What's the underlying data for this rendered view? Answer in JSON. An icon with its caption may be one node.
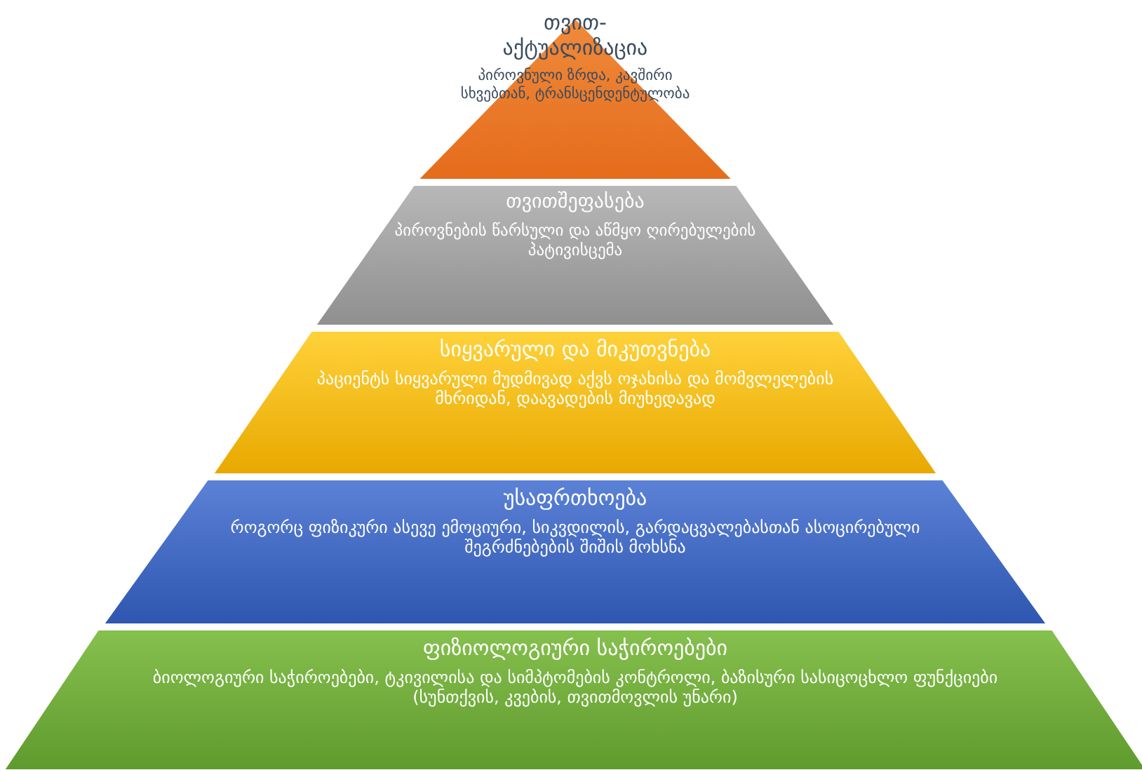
{
  "diagram": {
    "nodes": [
      {
        "text": [
          "თვით-აქტუალიზაცია",
          "პიროვნული ზრდა, კავშირი სხვებთან, ტრანსცენდენტულობა"
        ]
      },
      {
        "text": [
          "თვითშეფასება",
          "პიროვნების წარსული და აწმყო ღირებულების პატივისცემა"
        ]
      },
      {
        "text": [
          "სიყვარული და მიკუთვნება",
          "პაციენტს სიყვარული მუდმივად აქვს ოჯახისა და მომვლელების მხრიდან, დაავადების მიუხედავად"
        ]
      },
      {
        "text": [
          "უსაფრთხოება",
          "როგორც ფიზიკური ასევე ემოციური, სიკვდილის, გარდაცვალებასთან ასოცირებული შეგრძნებების შიშის მოხსნა"
        ]
      },
      {
        "text": [
          "ფიზიოლოგიური საჭიროებები",
          "ბიოლოგიური საჭიროებები, ტკივილისა და სიმპტომების კონტროლი, ბაზისური სასიცოცხლო ფუნქციები (სუნთქვის, კვების, თვითმოვლის უნარი)"
        ]
      }
    ]
  }
}
